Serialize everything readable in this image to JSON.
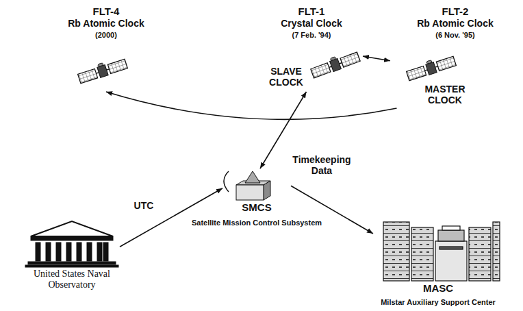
{
  "diagram": {
    "nodes": [
      {
        "text": [
          "FLT-4",
          "Rb Atomic Clock",
          "(2000)"
        ]
      },
      {
        "text": [
          "FLT-1",
          "Crystal Clock",
          "(7 Feb. '94)",
          "SLAVE CLOCK"
        ]
      },
      {
        "text": [
          "FLT-2",
          "Rb Atomic Clock",
          "(6 Nov. '95)",
          "MASTER CLOCK"
        ]
      },
      {
        "text": [
          "SMCS",
          "Satellite Mission Control Subsystem"
        ]
      },
      {
        "text": [
          "United States Naval Observatory"
        ]
      },
      {
        "text": [
          "MASC",
          "Milstar Auxiliary Support Center"
        ]
      }
    ],
    "edges": [
      {
        "from": 1,
        "to": 2,
        "arrow": "both"
      },
      {
        "from": 2,
        "to": 0,
        "arrow": "to"
      },
      {
        "from": 1,
        "to": 3,
        "arrow": "both"
      },
      {
        "from": 4,
        "to": 3,
        "label": "UTC",
        "arrow": "to"
      },
      {
        "from": 3,
        "to": 5,
        "label": "Timekeeping Data",
        "arrow": "to"
      }
    ]
  }
}
